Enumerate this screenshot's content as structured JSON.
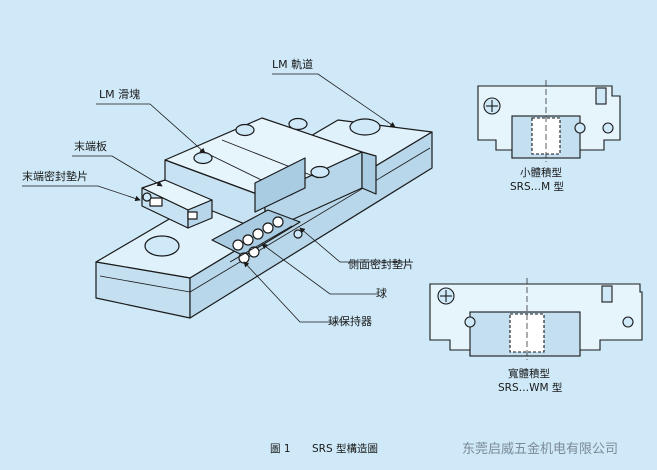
{
  "labels": {
    "lm_rail": "LM 軌道",
    "lm_block": "LM 滑塊",
    "end_plate": "末端板",
    "end_seal": "末端密封墊片",
    "side_seal": "側面密封墊片",
    "ball": "球",
    "ball_retainer": "球保持器"
  },
  "small_type": {
    "name": "小體積型",
    "model": "SRS…M 型"
  },
  "wide_type": {
    "name": "寬體積型",
    "model": "SRS…WM 型"
  },
  "caption": {
    "figure": "圖 1",
    "title": "SRS 型構造圖"
  },
  "watermark": "东莞启威五金机电有限公司",
  "colors": {
    "background": "#cfe9f8",
    "line": "#1a1a1a"
  }
}
